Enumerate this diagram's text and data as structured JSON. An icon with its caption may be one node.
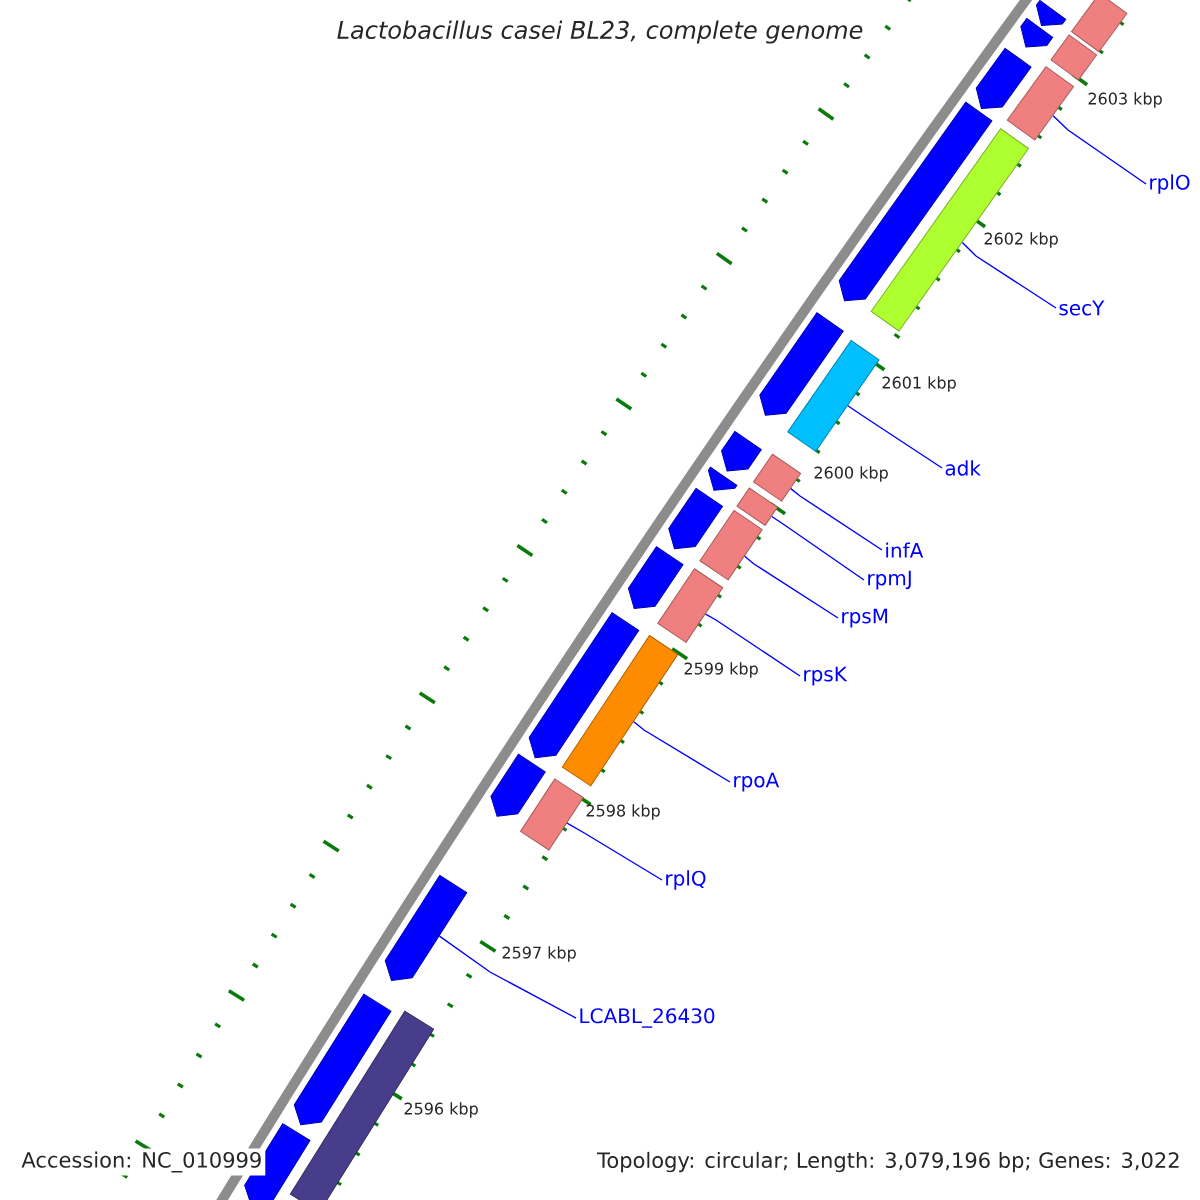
{
  "diagram": {
    "title": "Lactobacillus casei BL23, complete genome",
    "nodes": [
      {
        "text": [],
        "shape": "bar"
      },
      {
        "text": [],
        "shape": "bar"
      },
      {
        "text": [],
        "shape": "bar"
      },
      {
        "text": [],
        "shape": "bar"
      },
      {
        "text": [],
        "shape": "bar"
      },
      {
        "text": [],
        "shape": "bar"
      },
      {
        "text": [],
        "shape": "bar"
      },
      {
        "text": [],
        "shape": "bar"
      },
      {
        "text": [],
        "shape": "bar"
      },
      {
        "text": [],
        "shape": "bar"
      },
      {
        "text": [],
        "shape": "bar"
      },
      {
        "text": [],
        "shape": "bar"
      },
      {
        "text": [],
        "shape": "pentagon"
      },
      {
        "text": [],
        "shape": "pentagon"
      },
      {
        "text": [],
        "shape": "pentagon"
      },
      {
        "text": [],
        "shape": "pentagon"
      },
      {
        "text": [],
        "shape": "pentagon"
      },
      {
        "text": [],
        "shape": "pentagon"
      },
      {
        "text": [],
        "shape": "pentagon"
      },
      {
        "text": [],
        "shape": "pentagon"
      },
      {
        "text": [],
        "shape": "pentagon"
      },
      {
        "text": [],
        "shape": "pentagon"
      },
      {
        "text": [],
        "shape": "pentagon"
      },
      {
        "text": [],
        "shape": "pentagon"
      },
      {
        "text": [],
        "shape": "pentagon"
      },
      {
        "text": [],
        "shape": "pentagon"
      },
      {
        "text": [
          "rplO"
        ]
      },
      {
        "text": [
          "secY"
        ]
      },
      {
        "text": [
          "adk"
        ]
      },
      {
        "text": [
          "infA"
        ]
      },
      {
        "text": [
          "rpmJ"
        ]
      },
      {
        "text": [
          "rpsM"
        ]
      },
      {
        "text": [
          "rpsK"
        ]
      },
      {
        "text": [
          "rpoA"
        ]
      },
      {
        "text": [
          "rplQ"
        ]
      },
      {
        "text": [
          "LCABL_26430"
        ]
      }
    ],
    "edges": [
      {
        "from": 26,
        "to": 2,
        "arrow": "none"
      },
      {
        "from": 27,
        "to": 3,
        "arrow": "none"
      },
      {
        "from": 28,
        "to": 4,
        "arrow": "none"
      },
      {
        "from": 29,
        "to": 5,
        "arrow": "none"
      },
      {
        "from": 30,
        "to": 6,
        "arrow": "none"
      },
      {
        "from": 31,
        "to": 7,
        "arrow": "none"
      },
      {
        "from": 32,
        "to": 8,
        "arrow": "none"
      },
      {
        "from": 33,
        "to": 9,
        "arrow": "none"
      },
      {
        "from": 34,
        "to": 10,
        "arrow": "none"
      },
      {
        "from": 35,
        "to": 23,
        "arrow": "none"
      }
    ],
    "labels": [
      "2603 kbp",
      "2602 kbp",
      "2601 kbp",
      "2600 kbp",
      "2599 kbp",
      "2598 kbp",
      "2597 kbp",
      "2596 kbp",
      "Accession: NC_010999",
      "Topology: circular; Length: 3,079,196 bp; Genes: 3,022"
    ]
  }
}
